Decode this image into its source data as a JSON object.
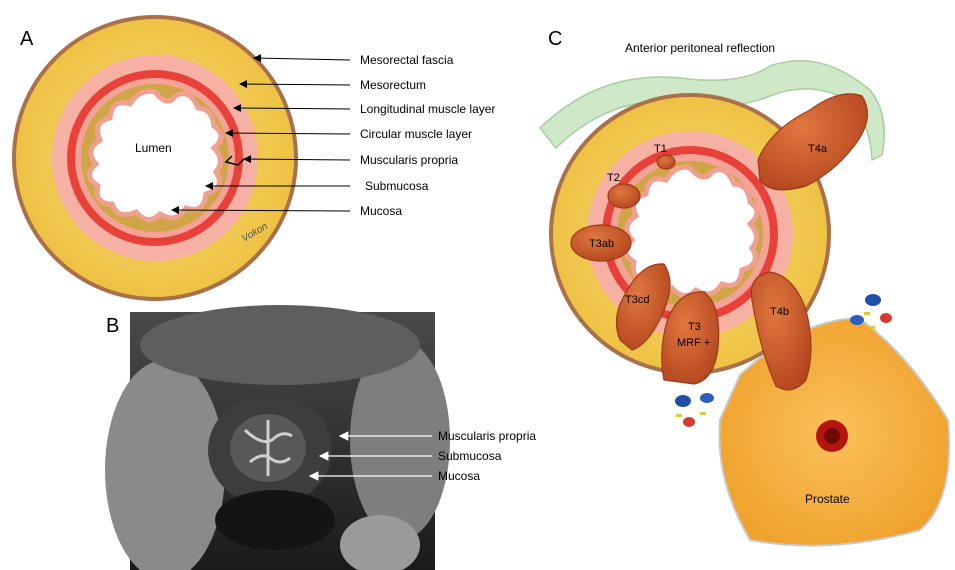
{
  "panels": {
    "a": {
      "letter": "A"
    },
    "b": {
      "letter": "B"
    },
    "c": {
      "letter": "C"
    }
  },
  "panel_a": {
    "lumen": "Lumen",
    "signature": "Vokon",
    "labels": [
      "Mesorectal fascia",
      "Mesorectum",
      "Longitudinal muscle layer",
      "Circular muscle layer",
      "Muscularis propria",
      "Submucosa",
      "Mucosa"
    ]
  },
  "panel_b": {
    "labels": [
      "Muscularis propria",
      "Submucosa",
      "Mucosa"
    ]
  },
  "panel_c": {
    "reflection": "Anterior peritoneal reflection",
    "prostate": "Prostate",
    "stages": {
      "t1": "T1",
      "t2": "T2",
      "t3ab": "T3ab",
      "t3cd": "T3cd",
      "t3": "T3",
      "mrf": "MRF +",
      "t4a": "T4a",
      "t4b": "T4b"
    }
  },
  "colors": {
    "fascia": "#a9704a",
    "mesorectum": "#f2c94c",
    "longitudinal": "#f4a9a0",
    "circular": "#e8413a",
    "submucosa": "#cfa548",
    "tumor": "#c9572a",
    "prostate": "#f3a530"
  }
}
